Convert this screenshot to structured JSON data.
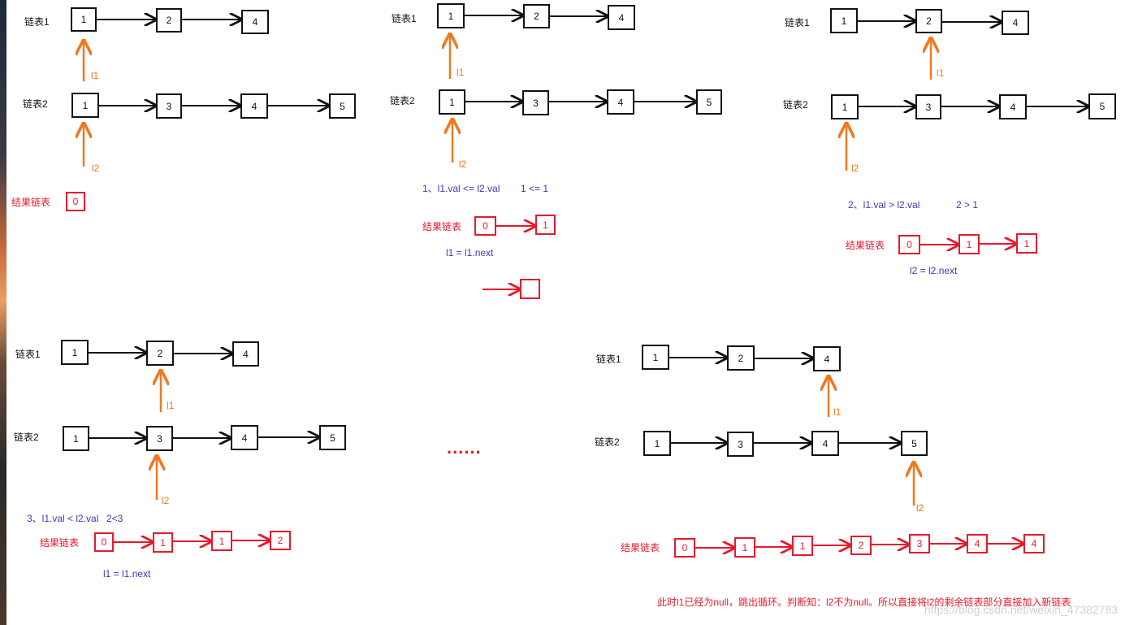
{
  "labels": {
    "list1": "链表1",
    "list2": "链表2",
    "result": "结果链表",
    "l1": "l1",
    "l2": "l2"
  },
  "nodes_b": {
    "p1_l1": [
      "1",
      "2",
      "4"
    ],
    "p1_l2": [
      "1",
      "3",
      "4",
      "5"
    ],
    "p2_l1": [
      "1",
      "2",
      "4"
    ],
    "p2_l2": [
      "1",
      "3",
      "4",
      "5"
    ],
    "p3_l1": [
      "1",
      "2",
      "4"
    ],
    "p3_l2": [
      "1",
      "3",
      "4",
      "5"
    ],
    "p4_l1": [
      "1",
      "2",
      "4"
    ],
    "p4_l2": [
      "1",
      "3",
      "4",
      "5"
    ],
    "p5_l1": [
      "1",
      "2",
      "4"
    ],
    "p5_l2": [
      "1",
      "3",
      "4",
      "5"
    ]
  },
  "nodes_r": {
    "p1_res": [
      "0"
    ],
    "p2_res": [
      "0",
      "1"
    ],
    "p2_extra": [
      ""
    ],
    "p3_res": [
      "0",
      "1",
      "1"
    ],
    "p4_res": [
      "0",
      "1",
      "1",
      "2"
    ],
    "p5_res": [
      "0",
      "1",
      "1",
      "2",
      "3",
      "4",
      "4"
    ]
  },
  "steps": {
    "s1": "1、l1.val <= l2.val",
    "s1_cmp": "1 <= 1",
    "s1_assign": "l1 = l1.next",
    "s2": "2、l1.val > l2.val",
    "s2_cmp": "2 > 1",
    "s2_assign": "l2 = l2.next",
    "s3": "3、l1.val < l2.val",
    "s3_cmp": "2<3",
    "s3_assign": "l1 = l1.next"
  },
  "ellipsis": "......",
  "conclusion": "此时l1已经为null，跳出循环。判断知：l2不为null。所以直接将l2的剩余链表部分直接加入新链表",
  "watermark": "https://blog.csdn.net/weixin_47382783",
  "colors": {
    "node_black": "#111111",
    "result_red": "#e8192c",
    "pointer_orange": "#f07820",
    "step_blue": "#3a3ab8"
  }
}
